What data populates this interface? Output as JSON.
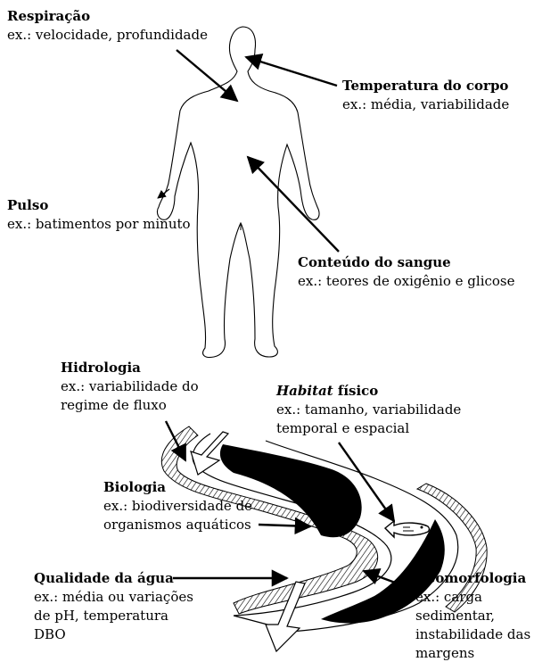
{
  "human": {
    "respiracao": {
      "title": "Respiração",
      "example": "ex.: velocidade, profundidade"
    },
    "temperatura": {
      "title": "Temperatura do corpo",
      "example": "ex.: média, variabilidade"
    },
    "pulso": {
      "title": "Pulso",
      "example": "ex.: batimentos por minuto"
    },
    "sangue": {
      "title": "Conteúdo do sangue",
      "example": "ex.: teores de oxigênio e glicose"
    }
  },
  "river": {
    "hidrologia": {
      "title": "Hidrologia",
      "example_lines": [
        "ex.: variabilidade do",
        "regime de fluxo"
      ]
    },
    "habitat": {
      "title_italic": "Habitat",
      "title_rest": " físico",
      "example_lines": [
        "ex.: tamanho, variabilidade",
        "temporal e espacial"
      ]
    },
    "biologia": {
      "title": "Biologia",
      "example_lines": [
        "ex.: biodiversidade de",
        "organismos aquáticos"
      ]
    },
    "qualidade": {
      "title": "Qualidade da água",
      "example_lines": [
        "ex.: média ou variações",
        "de pH,  temperatura",
        "DBO"
      ]
    },
    "geomorfologia": {
      "title": "Geomorfologia",
      "example_lines": [
        "ex.: carga",
        "sedimentar,",
        "instabilidade das",
        "margens"
      ]
    }
  }
}
